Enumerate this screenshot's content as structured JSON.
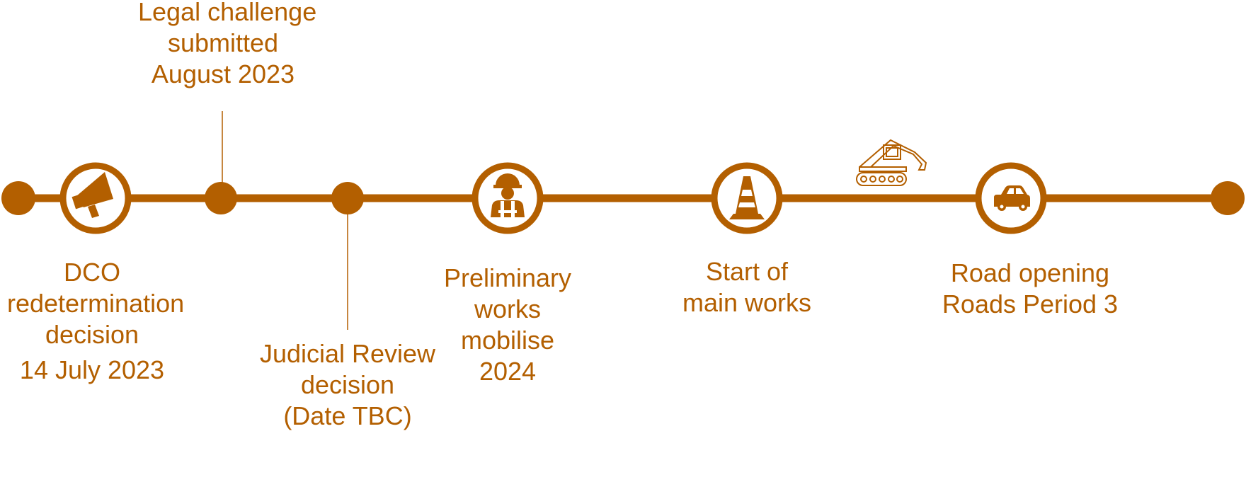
{
  "colors": {
    "accent": "#B35F00",
    "background": "#FFFFFF"
  },
  "milestones": {
    "dco": {
      "lines": [
        "DCO",
        "redetermination",
        "decision",
        "14 July 2023"
      ],
      "icon": "megaphone-icon"
    },
    "legal": {
      "lines": [
        "Legal challenge",
        "submitted",
        "August 2023"
      ]
    },
    "judicial": {
      "lines": [
        "Judicial Review",
        "decision",
        "(Date TBC)"
      ]
    },
    "preliminary": {
      "lines": [
        "Preliminary",
        "works",
        "mobilise",
        "2024"
      ],
      "icon": "construction-worker-icon"
    },
    "main_works": {
      "lines": [
        "Start of",
        "main works"
      ],
      "icon": "traffic-cone-icon"
    },
    "road_opening": {
      "lines": [
        "Road opening",
        "Roads Period 3"
      ],
      "icon": "car-icon"
    }
  },
  "decorations": {
    "excavator": "excavator-icon"
  }
}
